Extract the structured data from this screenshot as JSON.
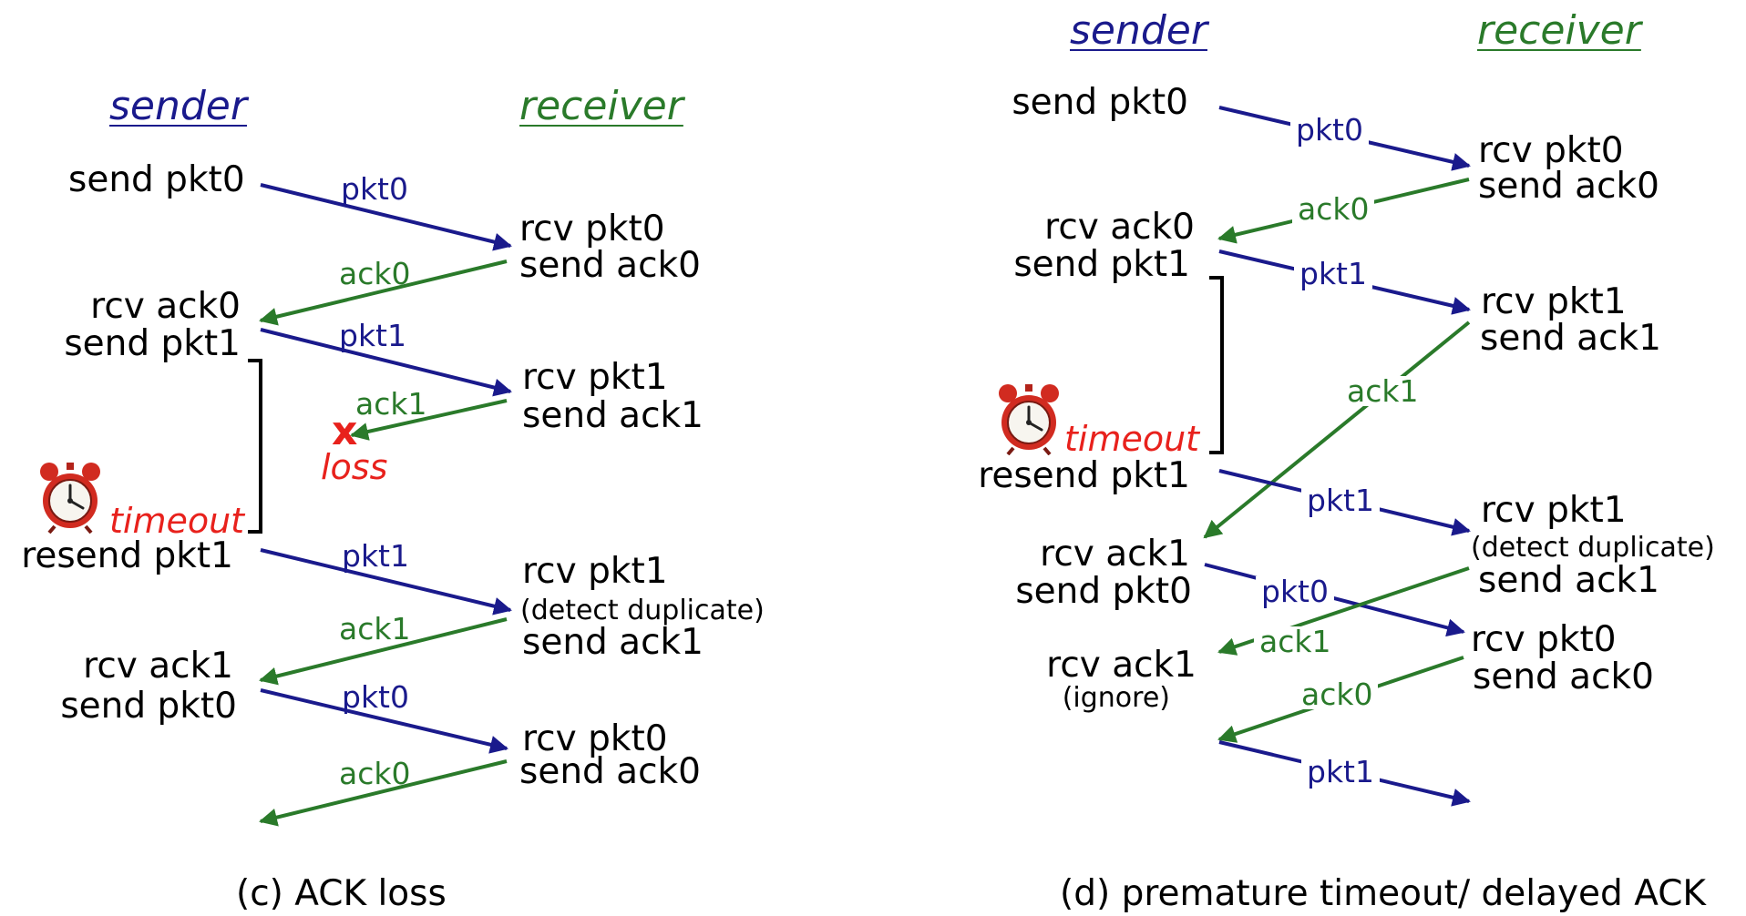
{
  "panel_c": {
    "sender_header": "sender",
    "receiver_header": "receiver",
    "caption": "(c) ACK loss",
    "sender_events": [
      "send pkt0",
      "rcv ack0",
      "send pkt1",
      "resend pkt1",
      "rcv ack1",
      "send pkt0"
    ],
    "receiver_events": [
      "rcv pkt0",
      "send ack0",
      "rcv pkt1",
      "send ack1",
      "rcv pkt1",
      "(detect duplicate)",
      "send ack1",
      "rcv pkt0",
      "send ack0"
    ],
    "messages": [
      "pkt0",
      "ack0",
      "pkt1",
      "ack1",
      "pkt1",
      "ack1",
      "pkt0",
      "ack0"
    ],
    "loss_mark": "x",
    "loss_label": "loss",
    "timeout_label": "timeout"
  },
  "panel_d": {
    "sender_header": "sender",
    "receiver_header": "receiver",
    "caption": "(d) premature timeout/ delayed ACK",
    "sender_events": [
      "send pkt0",
      "rcv ack0",
      "send pkt1",
      "resend pkt1",
      "rcv ack1",
      "send pkt0",
      "rcv ack1",
      "(ignore)"
    ],
    "receiver_events": [
      "rcv pkt0",
      "send ack0",
      "rcv pkt1",
      "send ack1",
      "rcv pkt1",
      "(detect duplicate)",
      "send ack1",
      "rcv pkt0",
      "send ack0"
    ],
    "messages": [
      "pkt0",
      "ack0",
      "pkt1",
      "ack1",
      "pkt1",
      "pkt0",
      "ack1",
      "ack0",
      "pkt1"
    ],
    "timeout_label": "timeout"
  },
  "colors": {
    "packet_blue": "#1a1a8c",
    "ack_green": "#2a7a2a",
    "alert_red": "#e8211c",
    "text_black": "#000000"
  },
  "icons": {
    "timer": "alarm-clock-icon"
  }
}
